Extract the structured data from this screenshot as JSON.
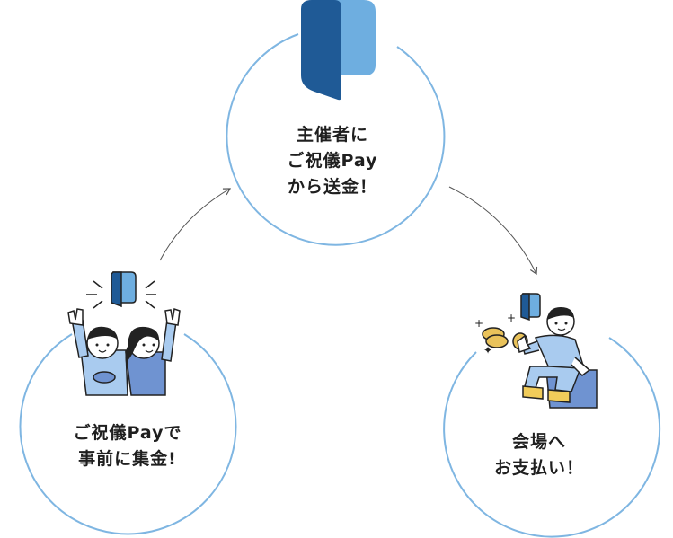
{
  "nodes": {
    "top": {
      "lines": [
        "主催者に",
        "ご祝儀Pay",
        "から送金！"
      ]
    },
    "left": {
      "lines": [
        "ご祝儀Payで",
        "事前に集金!"
      ]
    },
    "right": {
      "lines": [
        "会場へ",
        "お支払い！"
      ]
    }
  },
  "colors": {
    "circle": "#7fb6e2",
    "arrow": "#555555",
    "logo_dark": "#1f5a96",
    "logo_light": "#6eaee0",
    "person_shirt": "#a9cbef",
    "person_pants": "#6f93d1",
    "person_outline": "#222222",
    "coin": "#e9c25a",
    "shoe": "#f1cc5a"
  }
}
